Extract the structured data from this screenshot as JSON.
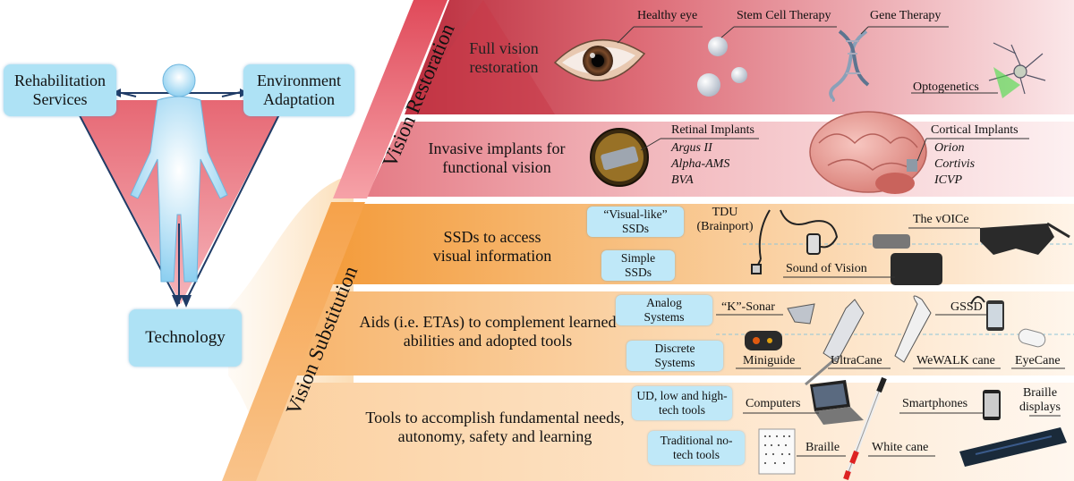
{
  "left": {
    "rehab": "Rehabilitation Services",
    "env": "Environment Adaptation",
    "tech": "Technology",
    "person_icon": "human-silhouette-icon"
  },
  "sections": {
    "restoration": "Vision Restoration",
    "substitution": "Vision Substitution"
  },
  "rows": {
    "r1": "Full vision restoration",
    "r2": "Invasive implants for functional vision",
    "r3": "SSDs to access visual information",
    "r4": "Aids (i.e. ETAs) to complement learned abilities and adopted tools",
    "r5": "Tools to accomplish fundamental needs, autonomy, safety and learning"
  },
  "boxes": {
    "visual_like": "“Visual-like” SSDs",
    "simple": "Simple SSDs",
    "analog": "Analog Systems",
    "discrete": "Discrete Systems",
    "ud": "UD, low and high-tech tools",
    "traditional": "Traditional no-tech tools"
  },
  "labels": {
    "healthy_eye": "Healthy eye",
    "stem_cell": "Stem Cell Therapy",
    "gene": "Gene Therapy",
    "optogenetics": "Optogenetics",
    "retinal": "Retinal Implants",
    "retinal_items": [
      "Argus II",
      "Alpha-AMS",
      "BVA"
    ],
    "cortical": "Cortical Implants",
    "cortical_items": [
      "Orion",
      "Cortivis",
      "ICVP"
    ],
    "tdu": "TDU (Brainport)",
    "voice": "The vOICe",
    "sound_of_vision": "Sound of Vision",
    "k_sonar": "“K”-Sonar",
    "gssd": "GSSD",
    "miniguide": "Miniguide",
    "ultracane": "UltraCane",
    "wewalk": "WeWALK cane",
    "eyecane": "EyeCane",
    "computers": "Computers",
    "smartphones": "Smartphones",
    "braille_displays": "Braille displays",
    "braille": "Braille",
    "white_cane": "White cane"
  },
  "colors": {
    "restoration_dark": "#c9424f",
    "restoration_light": "#f6d3d6",
    "substitution_dark": "#f4a64a",
    "substitution_light": "#fde7cf",
    "box_blue": "#aee2f5"
  }
}
